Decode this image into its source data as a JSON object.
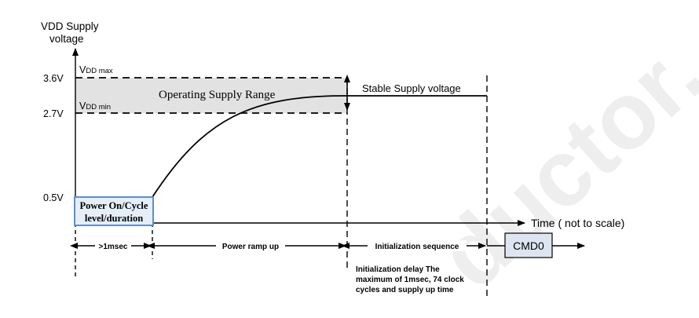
{
  "y_axis": {
    "title_line1": "VDD Supply",
    "title_line2": "voltage",
    "ticks": [
      "3.6V",
      "2.7V",
      "0.5V"
    ]
  },
  "levels": {
    "vdd_max_main": "V",
    "vdd_max_sub": "DD max",
    "vdd_min_main": "V",
    "vdd_min_sub": "DD min"
  },
  "operating_range_label": "Operating Supply Range",
  "stable_label": "Stable Supply voltage",
  "power_on_box": {
    "line1": "Power On/Cycle",
    "line2": "level/duration"
  },
  "time_axis_label": "Time ( not to scale)",
  "segments": {
    "first": ">1msec",
    "second": "Power ramp up",
    "third": "Initialization sequence"
  },
  "cmd0_label": "CMD0",
  "note_lines": [
    "Initialization delay The",
    "maximum of 1msec, 74 clock",
    "cycles and supply up time"
  ],
  "watermark_text": "ductor,",
  "colors": {
    "range_fill": "#e2e2e2",
    "power_box_fill": "#e6eef8",
    "power_box_border": "#5b8fd0",
    "cmd0_fill": "#dde6f0",
    "watermark": "#eeeeee"
  }
}
